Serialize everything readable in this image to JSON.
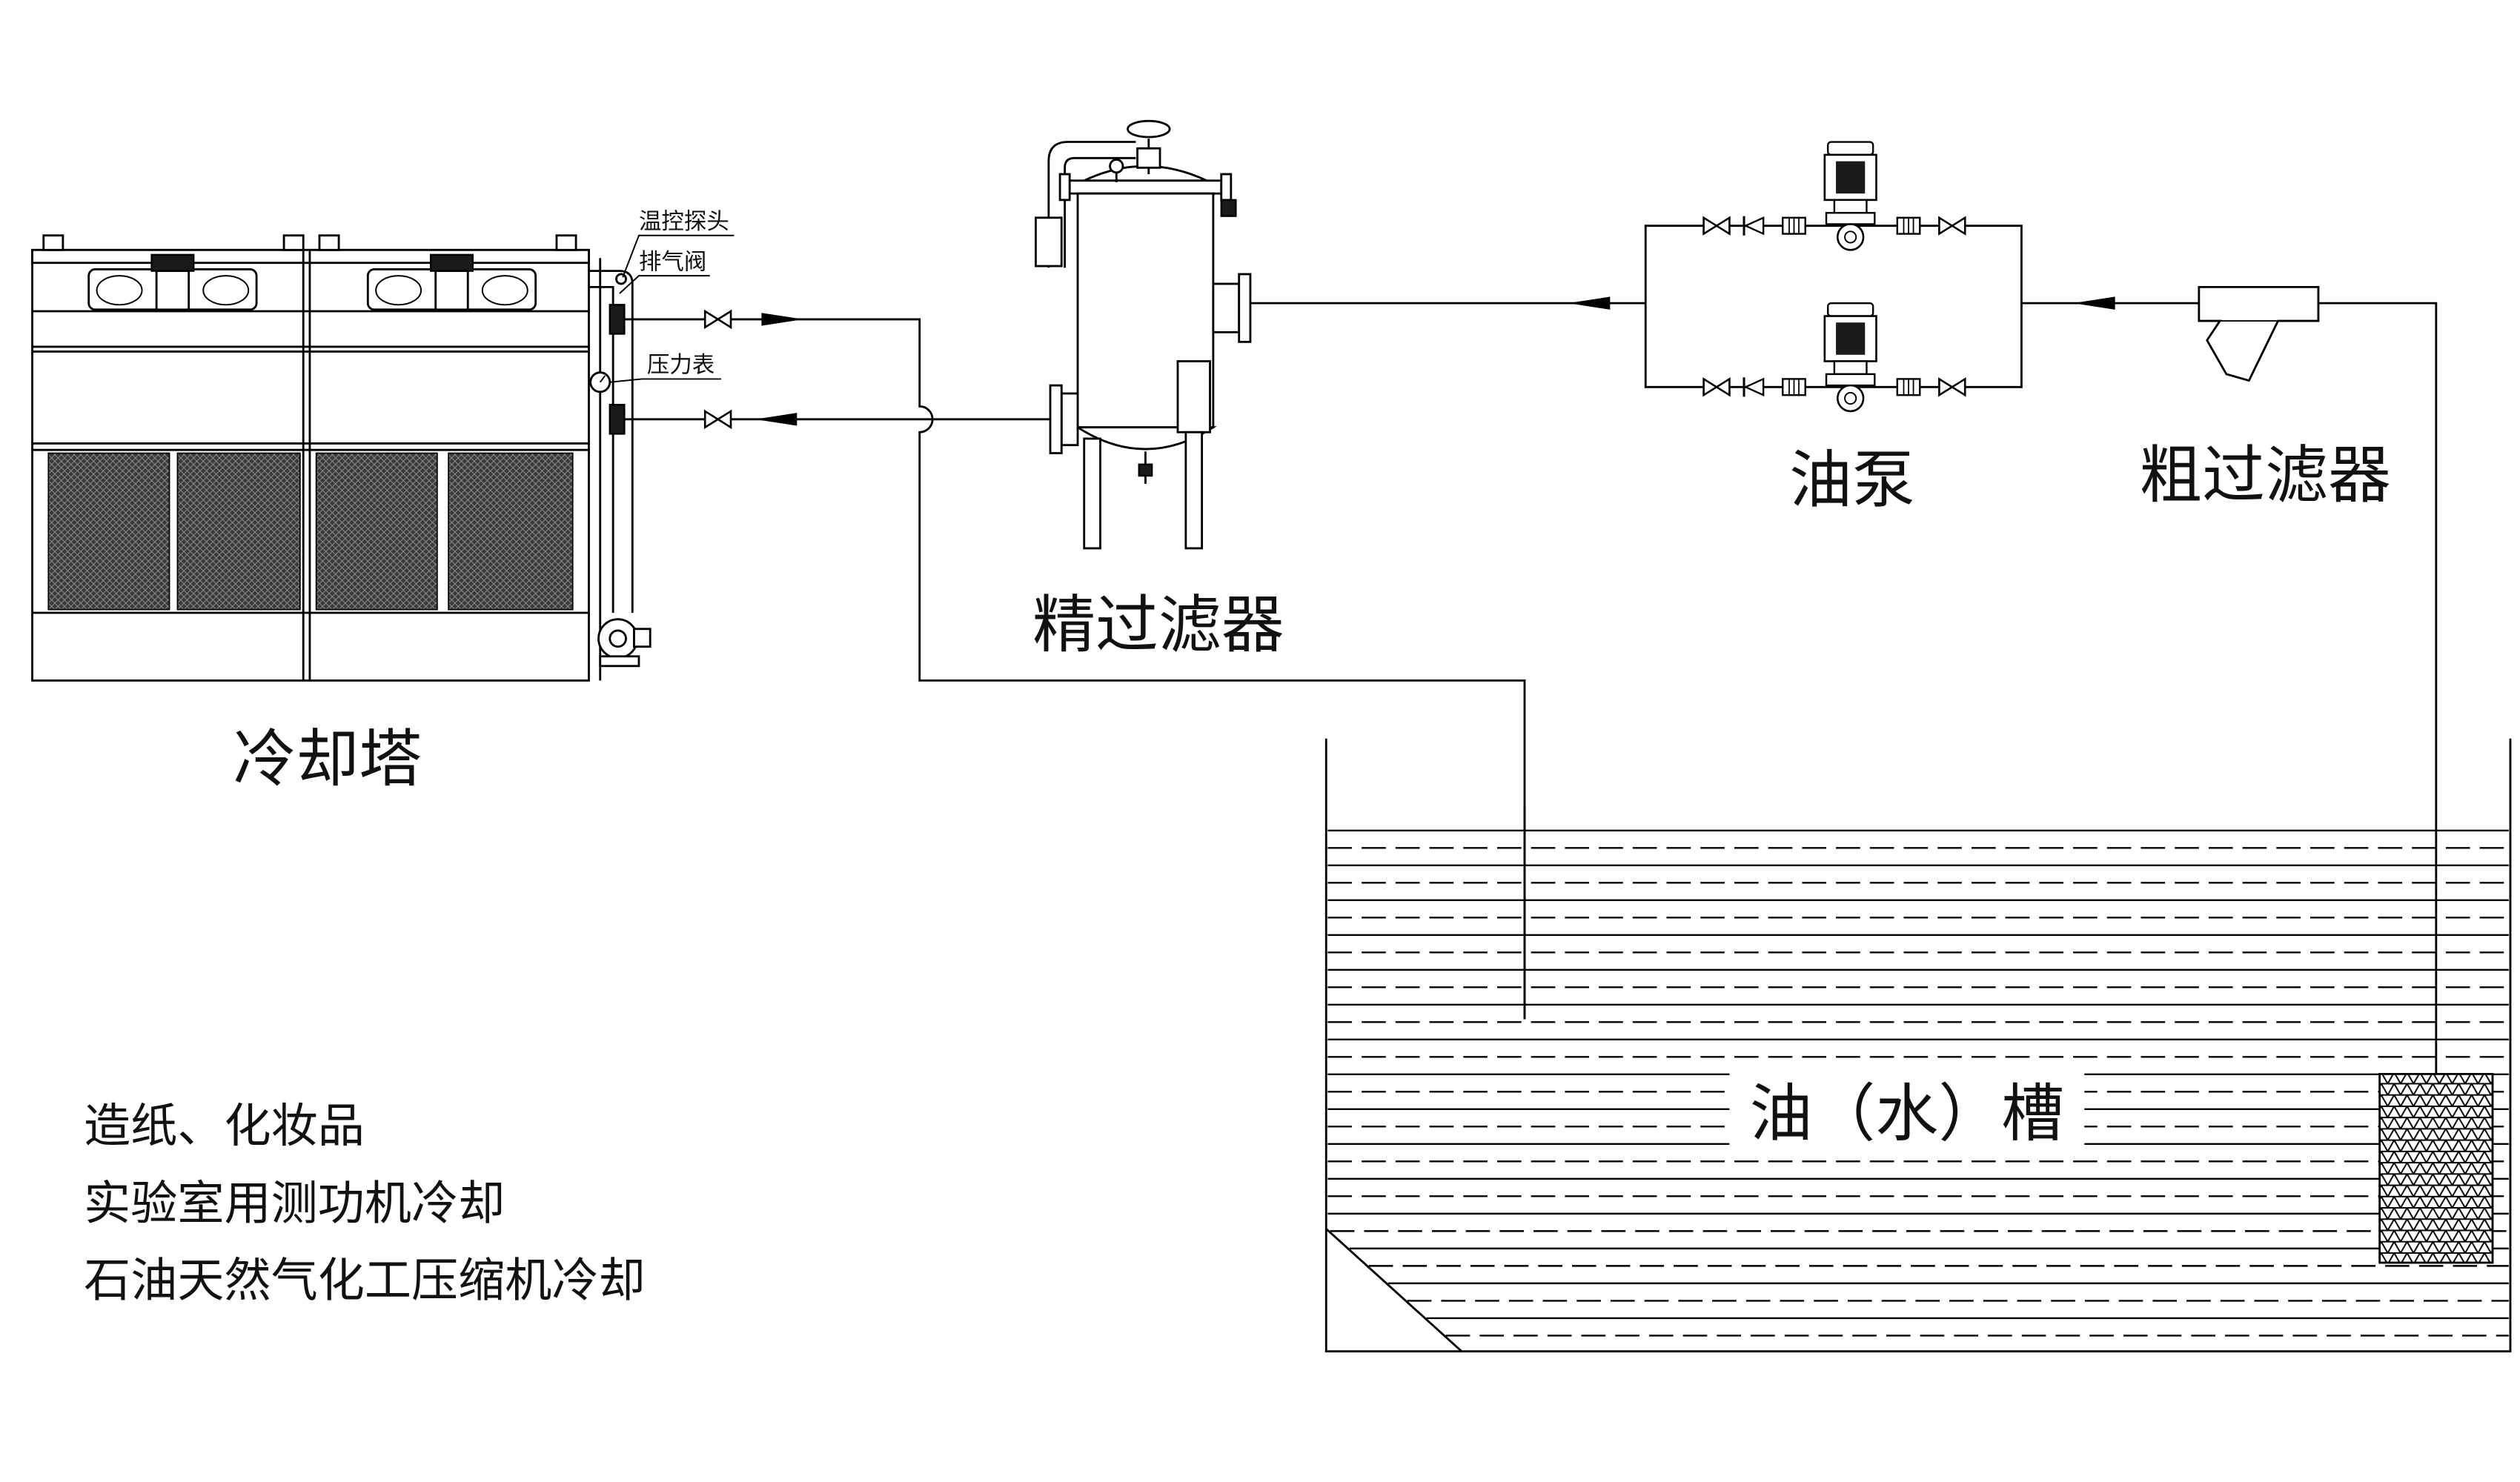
{
  "labels": {
    "temp_probe": "温控探头",
    "vent_valve": "排气阀",
    "pressure_gauge": "压力表",
    "cooling_tower": "冷却塔",
    "fine_filter": "精过滤器",
    "oil_pump": "油泵",
    "coarse_filter": "粗过滤器",
    "tank": "油（水）槽"
  },
  "applications": [
    "造纸、化妆品",
    "实验室用测功机冷却",
    "石油天然气化工压缩机冷却"
  ],
  "colors": {
    "line": "#000000",
    "background": "#ffffff",
    "mesh": "#3a3a3a"
  }
}
